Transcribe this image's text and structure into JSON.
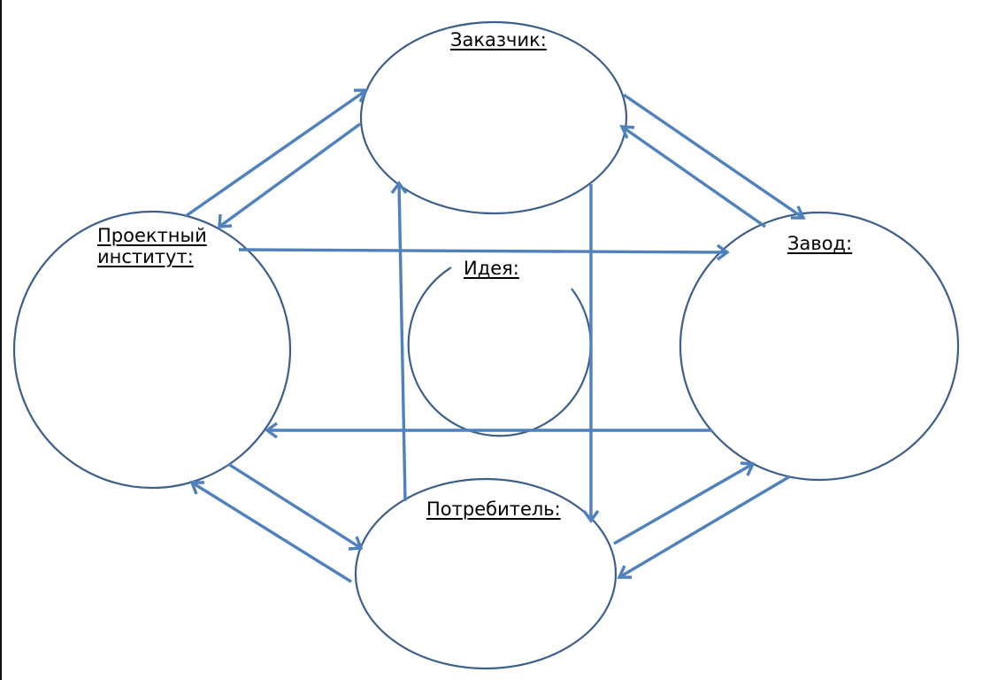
{
  "diagram": {
    "nodes": [
      {
        "id": "customer",
        "label": "Заказчик:"
      },
      {
        "id": "institute",
        "label_lines": [
          "Проектный",
          "институт:"
        ]
      },
      {
        "id": "idea",
        "label": "Идея:"
      },
      {
        "id": "plant",
        "label": "Завод:"
      },
      {
        "id": "consumer",
        "label": "Потребитель:"
      }
    ],
    "edges": [
      {
        "from": "institute",
        "to": "customer"
      },
      {
        "from": "customer",
        "to": "institute"
      },
      {
        "from": "customer",
        "to": "plant"
      },
      {
        "from": "plant",
        "to": "customer"
      },
      {
        "from": "institute",
        "to": "plant"
      },
      {
        "from": "plant",
        "to": "institute"
      },
      {
        "from": "institute",
        "to": "consumer"
      },
      {
        "from": "consumer",
        "to": "institute"
      },
      {
        "from": "consumer",
        "to": "plant"
      },
      {
        "from": "plant",
        "to": "consumer"
      },
      {
        "from": "consumer",
        "to": "customer"
      },
      {
        "from": "customer",
        "to": "consumer"
      }
    ],
    "colors": {
      "node_outline": "#3e5f8a",
      "arrow": "#4f81bd",
      "text": "#000000",
      "background": "#ffffff"
    }
  }
}
